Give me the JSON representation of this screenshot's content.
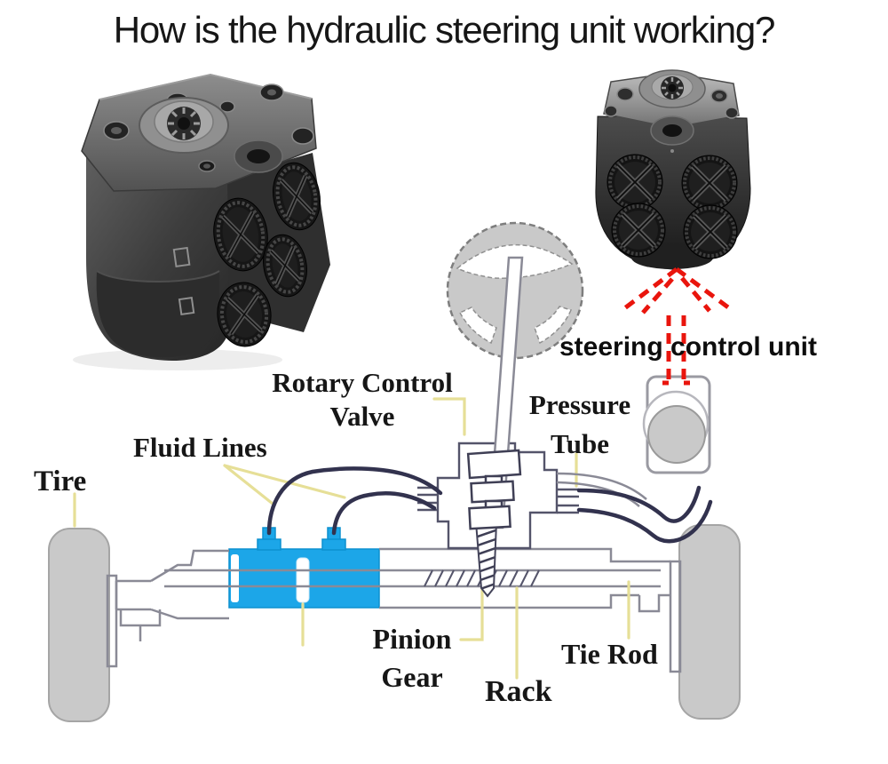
{
  "title": "How is the hydraulic steering unit working?",
  "annotation": {
    "steering_control_unit": "steering control unit"
  },
  "diagram": {
    "labels": {
      "rotary_control_valve": "Rotary Control\nValve",
      "fluid_lines": "Fluid Lines",
      "tire": "Tire",
      "pressure_tube": "Pressure\nTube",
      "pinion_gear": "Pinion\nGear",
      "rack": "Rack",
      "tie_rod": "Tie Rod"
    },
    "colors": {
      "cylinder_blue": "#1ca6e8",
      "leader_yellow": "#e6df97",
      "fluid_line": "#32324e",
      "outline": "#8a8a96",
      "valve_outline": "#54546a",
      "gray_fill": "#c9c9c9",
      "arrow_red": "#e9150d",
      "text_color": "#161616"
    }
  }
}
